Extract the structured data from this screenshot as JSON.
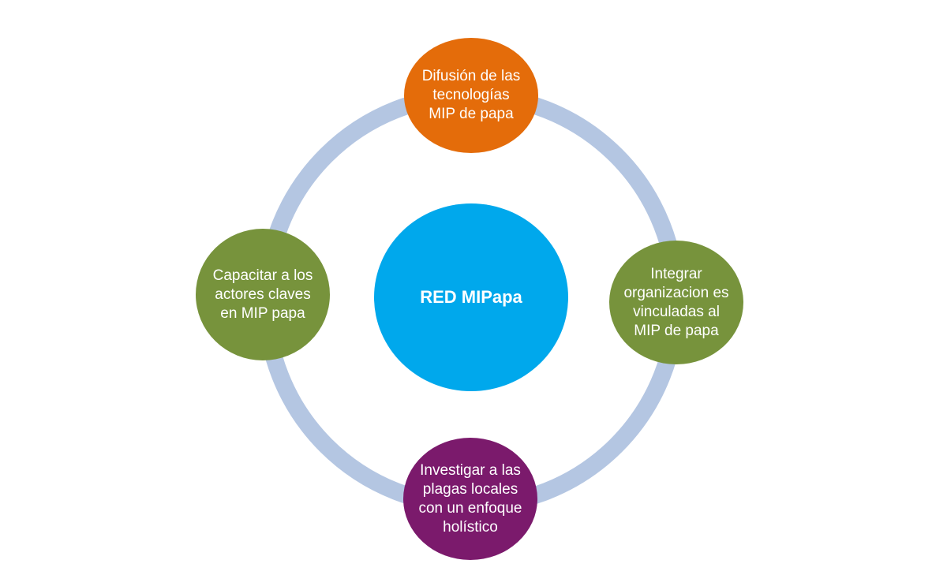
{
  "diagram": {
    "center": {
      "label": "RED MIPapa",
      "color": "#00a8ec"
    },
    "top": {
      "label": "Difusión de las tecnologías MIP de papa",
      "color": "#e46c0a"
    },
    "right": {
      "label": "Integrar organizacion es vinculadas al MIP de papa",
      "color": "#77933c"
    },
    "bottom": {
      "label": "Investigar a las plagas locales con un enfoque holístico",
      "color": "#7b1a6c"
    },
    "left": {
      "label": "Capacitar a los actores claves en MIP papa",
      "color": "#77933c"
    },
    "ring_color": "#b4c6e2"
  }
}
